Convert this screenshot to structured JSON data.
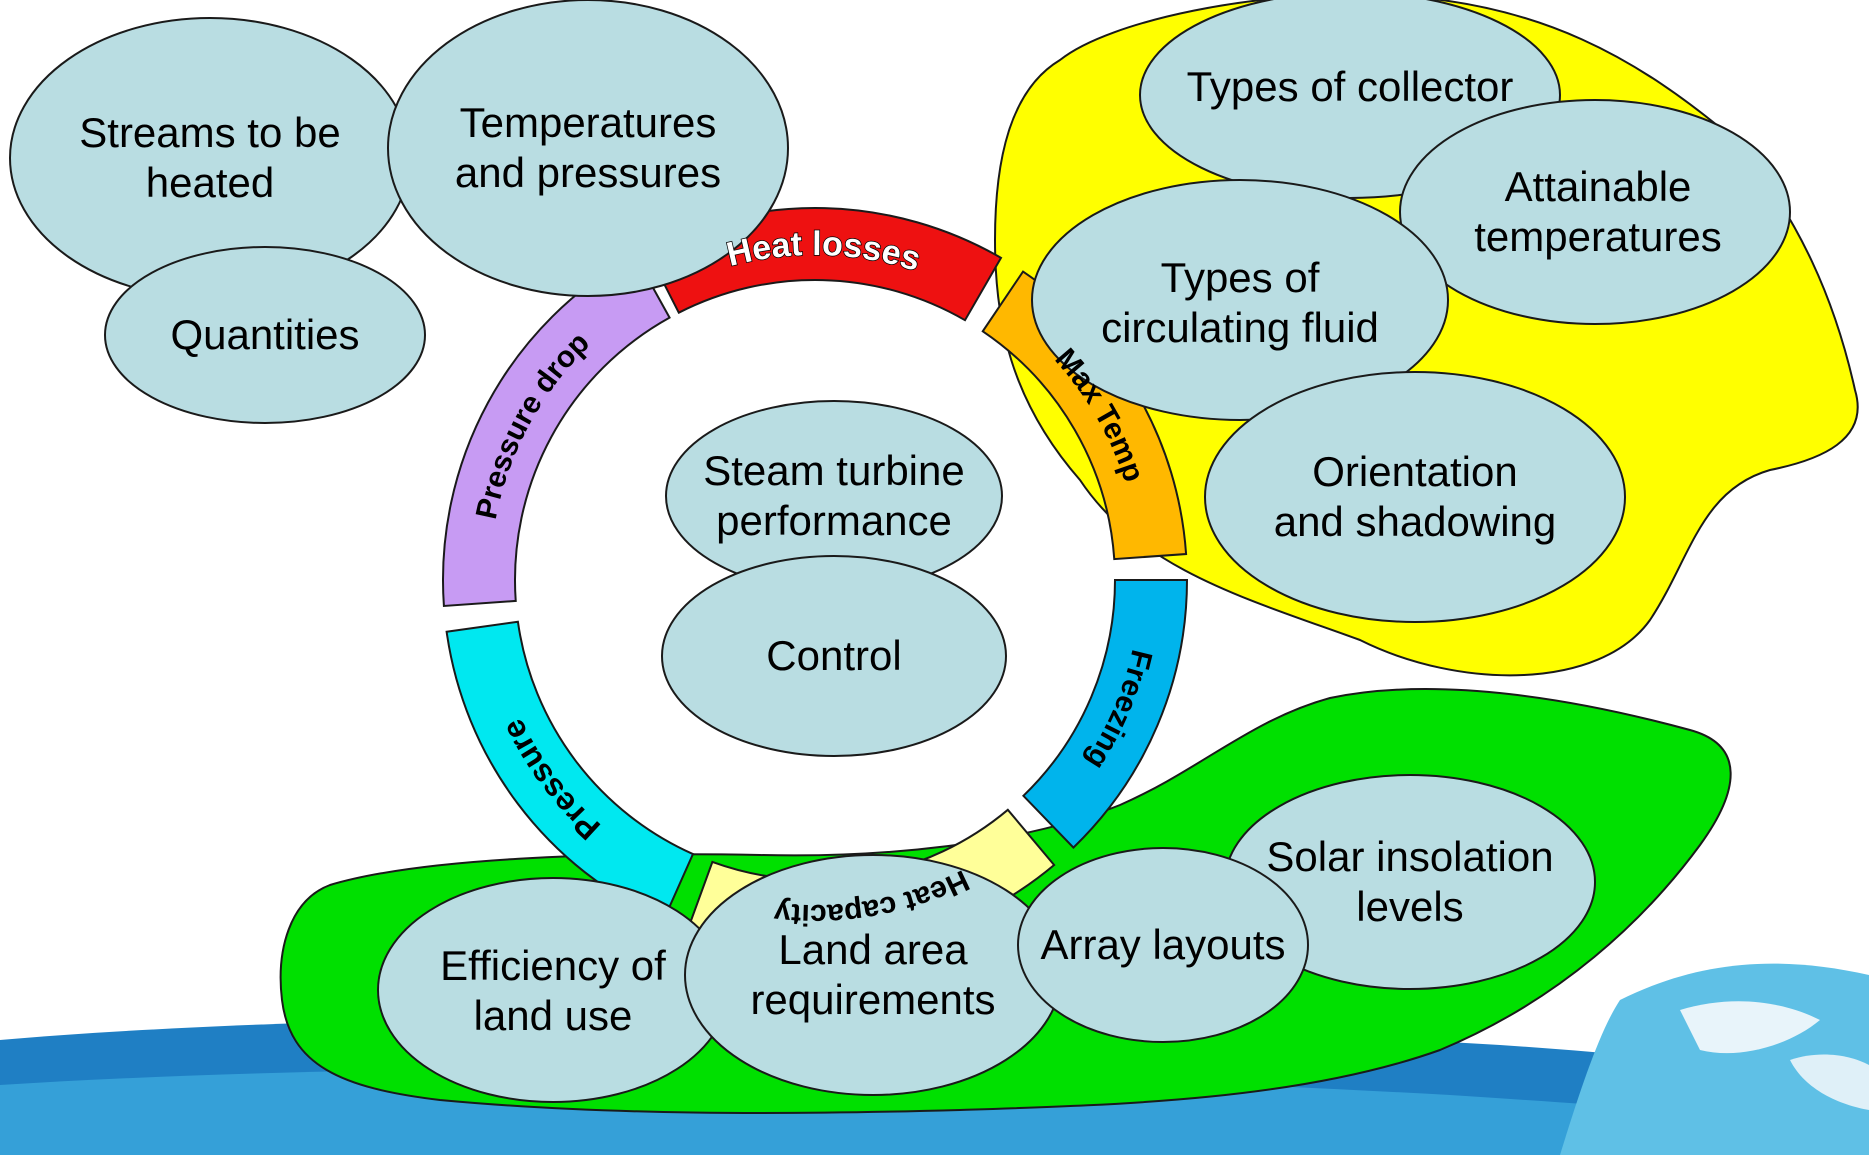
{
  "colors": {
    "bubble_fill": "#b9dde2",
    "bubble_stroke": "#1a1a1a",
    "yellow_region": "#ffff00",
    "green_region": "#00e000",
    "ring_heat_losses": "#ee1111",
    "ring_max_temp": "#ffb800",
    "ring_freezing": "#00b4ec",
    "ring_heat_capacity": "#ffff99",
    "ring_pressure": "#00e8f0",
    "ring_pressure_drop": "#c79bf3",
    "band_blue": "#1f7fc4"
  },
  "topleft": {
    "streams": [
      "Streams to be",
      "heated"
    ],
    "temperatures": [
      "Temperatures",
      "and pressures"
    ],
    "quantities": [
      "Quantities"
    ]
  },
  "collector": {
    "types_of_collector": [
      "Types of collector"
    ],
    "attainable": [
      "Attainable",
      "temperatures"
    ],
    "circulating": [
      "Types of",
      "circulating fluid"
    ],
    "orientation": [
      "Orientation",
      "and shadowing"
    ]
  },
  "center": {
    "steam_turbine": [
      "Steam turbine",
      "performance"
    ],
    "control": [
      "Control"
    ]
  },
  "ring": {
    "heat_losses": "Heat losses",
    "max_temp": "Max Temp",
    "freezing": "Freezing",
    "heat_capacity": "Heat capacity",
    "pressure": "Pressure",
    "pressure_drop": "Pressure drop"
  },
  "land": {
    "efficiency": [
      "Efficiency of",
      "land use"
    ],
    "land_area": [
      "Land area",
      "requirements"
    ],
    "array": [
      "Array layouts"
    ],
    "solar": [
      "Solar insolation",
      "levels"
    ]
  }
}
